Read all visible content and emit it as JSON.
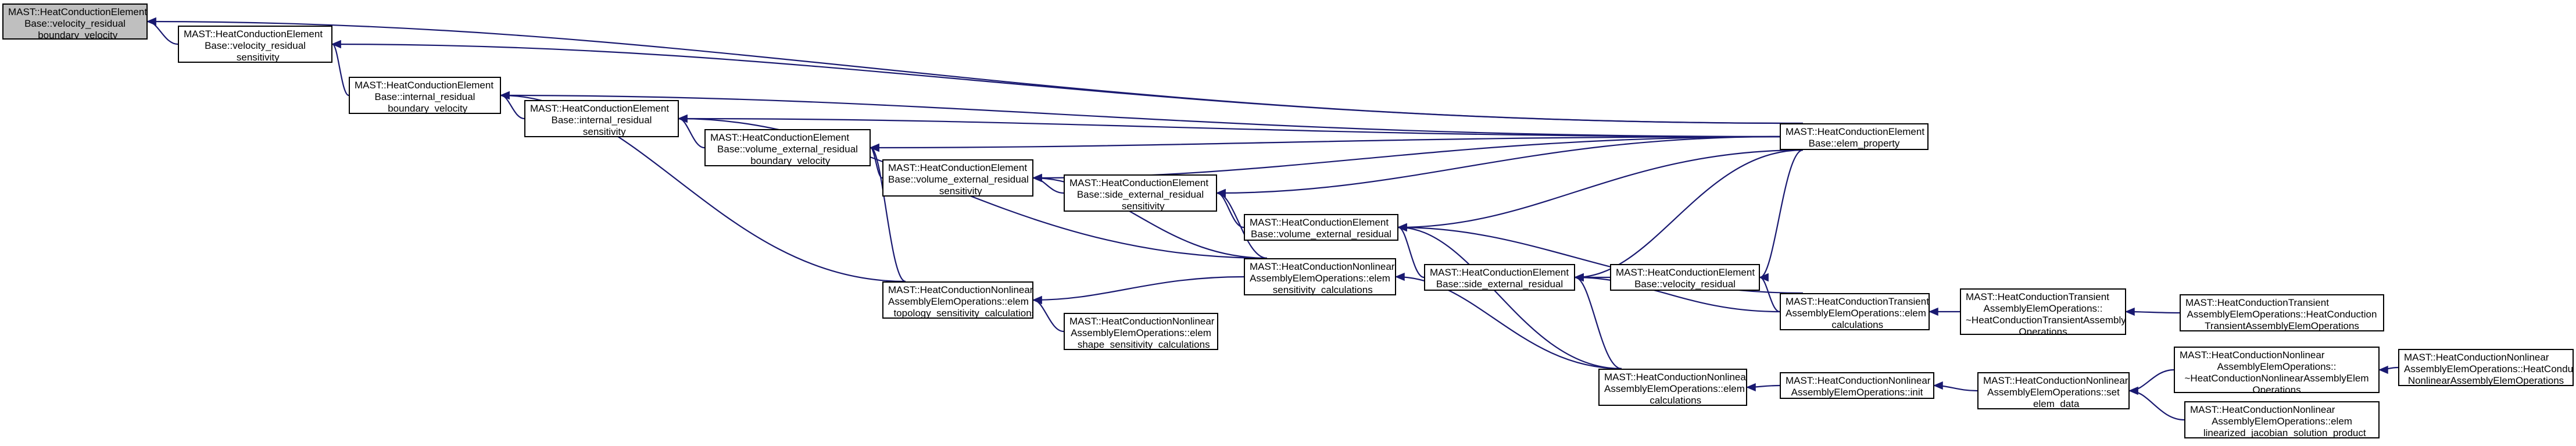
{
  "diagram": {
    "type": "doxygen-caller-graph",
    "colors": {
      "edge": "#191970",
      "root_fill": "#bfbfbf",
      "node_fill": "#ffffff",
      "node_border": "#000000"
    },
    "nodes": [
      {
        "id": "n0",
        "root": true,
        "lines": [
          "MAST::HeatConductionElement",
          "Base::velocity_residual",
          "_boundary_velocity"
        ]
      },
      {
        "id": "n1",
        "lines": [
          "MAST::HeatConductionElement",
          "Base::velocity_residual",
          "_sensitivity"
        ]
      },
      {
        "id": "n2",
        "lines": [
          "MAST::HeatConductionElement",
          "Base::internal_residual",
          "_boundary_velocity"
        ]
      },
      {
        "id": "n3",
        "lines": [
          "MAST::HeatConductionElement",
          "Base::internal_residual",
          "_sensitivity"
        ]
      },
      {
        "id": "n4",
        "lines": [
          "MAST::HeatConductionElement",
          "Base::volume_external_residual",
          "_boundary_velocity"
        ]
      },
      {
        "id": "n5",
        "lines": [
          "MAST::HeatConductionElement",
          "Base::volume_external_residual",
          "_sensitivity"
        ]
      },
      {
        "id": "n6",
        "lines": [
          "MAST::HeatConductionElement",
          "Base::side_external_residual",
          "_sensitivity"
        ]
      },
      {
        "id": "n7",
        "lines": [
          "MAST::HeatConductionElement",
          "Base::volume_external_residual"
        ]
      },
      {
        "id": "n8",
        "lines": [
          "MAST::HeatConductionNonlinear",
          "AssemblyElemOperations::elem",
          "_sensitivity_calculations"
        ]
      },
      {
        "id": "n9",
        "lines": [
          "MAST::HeatConductionNonlinear",
          "AssemblyElemOperations::elem",
          "_topology_sensitivity_calculations"
        ]
      },
      {
        "id": "n10",
        "lines": [
          "MAST::HeatConductionNonlinear",
          "AssemblyElemOperations::elem",
          "_shape_sensitivity_calculations"
        ]
      },
      {
        "id": "n11",
        "lines": [
          "MAST::HeatConductionElement",
          "Base::side_external_residual"
        ]
      },
      {
        "id": "n12",
        "lines": [
          "MAST::HeatConductionElement",
          "Base::velocity_residual"
        ]
      },
      {
        "id": "n13",
        "lines": [
          "MAST::HeatConductionElement",
          "Base::elem_property"
        ]
      },
      {
        "id": "n14",
        "lines": [
          "MAST::HeatConductionTransient",
          "AssemblyElemOperations::elem",
          "_calculations"
        ]
      },
      {
        "id": "n15",
        "lines": [
          "MAST::HeatConductionNonlinear",
          "AssemblyElemOperations::elem",
          "_calculations"
        ]
      },
      {
        "id": "n16",
        "lines": [
          "MAST::HeatConductionNonlinear",
          "AssemblyElemOperations::init"
        ]
      },
      {
        "id": "n17",
        "lines": [
          "MAST::HeatConductionTransient",
          "AssemblyElemOperations::",
          "~HeatConductionTransientAssemblyElem",
          "Operations"
        ]
      },
      {
        "id": "n18",
        "lines": [
          "MAST::HeatConductionTransient",
          "AssemblyElemOperations::HeatConduction",
          "TransientAssemblyElemOperations"
        ]
      },
      {
        "id": "n19",
        "lines": [
          "MAST::HeatConductionNonlinear",
          "AssemblyElemOperations::set",
          "_elem_data"
        ]
      },
      {
        "id": "n20",
        "lines": [
          "MAST::HeatConductionNonlinear",
          "AssemblyElemOperations::",
          "~HeatConductionNonlinearAssemblyElem",
          "Operations"
        ]
      },
      {
        "id": "n21",
        "lines": [
          "MAST::HeatConductionNonlinear",
          "AssemblyElemOperations::HeatConduction",
          "NonlinearAssemblyElemOperations"
        ]
      },
      {
        "id": "n22",
        "lines": [
          "MAST::HeatConductionNonlinear",
          "AssemblyElemOperations::elem",
          "_linearized_jacobian_solution_product"
        ]
      }
    ],
    "edges": [
      {
        "from": "n1",
        "to": "n0"
      },
      {
        "from": "n13",
        "to": "n0"
      },
      {
        "from": "n2",
        "to": "n1"
      },
      {
        "from": "n13",
        "to": "n1"
      },
      {
        "from": "n3",
        "to": "n2"
      },
      {
        "from": "n9",
        "to": "n2"
      },
      {
        "from": "n13",
        "to": "n2"
      },
      {
        "from": "n4",
        "to": "n3"
      },
      {
        "from": "n8",
        "to": "n3"
      },
      {
        "from": "n13",
        "to": "n3"
      },
      {
        "from": "n5",
        "to": "n4"
      },
      {
        "from": "n9",
        "to": "n4"
      },
      {
        "from": "n13",
        "to": "n4"
      },
      {
        "from": "n6",
        "to": "n5"
      },
      {
        "from": "n8",
        "to": "n5"
      },
      {
        "from": "n13",
        "to": "n5"
      },
      {
        "from": "n7",
        "to": "n6"
      },
      {
        "from": "n8",
        "to": "n6"
      },
      {
        "from": "n13",
        "to": "n6"
      },
      {
        "from": "n11",
        "to": "n7"
      },
      {
        "from": "n13",
        "to": "n7"
      },
      {
        "from": "n15",
        "to": "n7"
      },
      {
        "from": "n14",
        "to": "n7"
      },
      {
        "from": "n8",
        "to": "n9"
      },
      {
        "from": "n10",
        "to": "n9"
      },
      {
        "from": "n15",
        "to": "n8"
      },
      {
        "from": "n12",
        "to": "n11"
      },
      {
        "from": "n14",
        "to": "n11"
      },
      {
        "from": "n15",
        "to": "n11"
      },
      {
        "from": "n13",
        "to": "n11"
      },
      {
        "from": "n14",
        "to": "n12"
      },
      {
        "from": "n13",
        "to": "n12"
      },
      {
        "from": "n17",
        "to": "n14"
      },
      {
        "from": "n18",
        "to": "n17"
      },
      {
        "from": "n16",
        "to": "n15"
      },
      {
        "from": "n19",
        "to": "n16"
      },
      {
        "from": "n20",
        "to": "n19"
      },
      {
        "from": "n22",
        "to": "n19"
      },
      {
        "from": "n21",
        "to": "n20"
      }
    ]
  }
}
